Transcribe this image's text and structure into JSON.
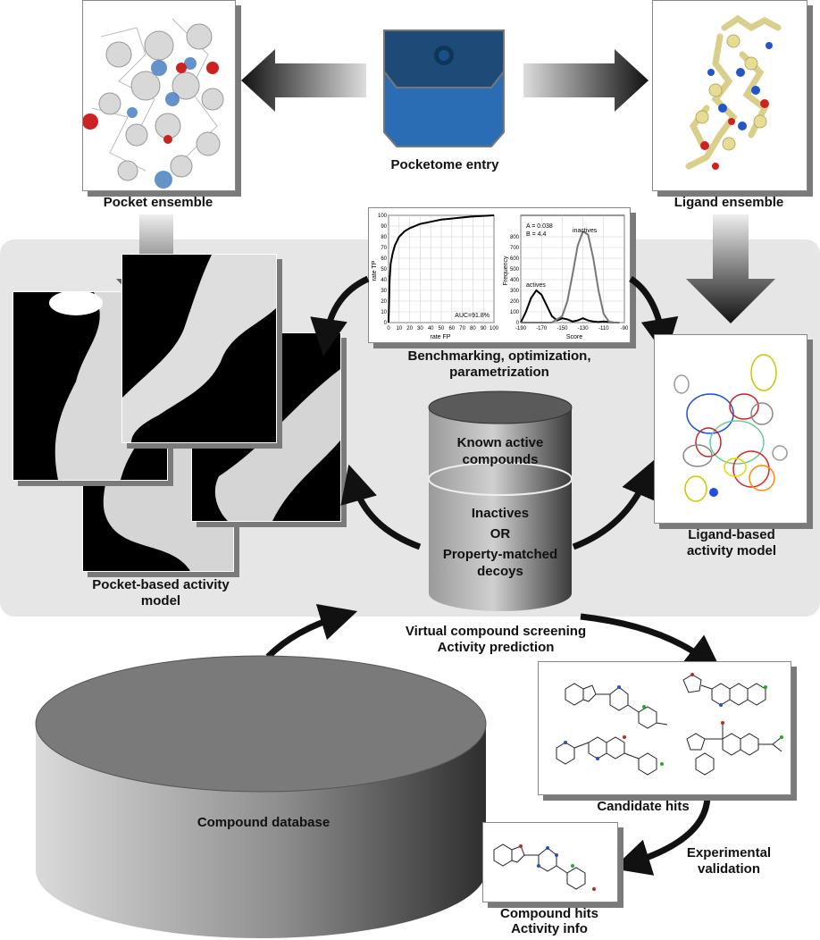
{
  "labels": {
    "pocket_ensemble": "Pocket ensemble",
    "pocketome_entry": "Pocketome entry",
    "ligand_ensemble": "Ligand ensemble",
    "benchmarking": "Benchmarking, optimization, parametrization",
    "pocket_model": "Pocket-based activity model",
    "ligand_model": "Ligand-based activity model",
    "known_active": "Known active compounds",
    "inactives": "Inactives",
    "or": "OR",
    "decoys": "Property-matched decoys",
    "virtual_screening": "Virtual compound screening",
    "activity_prediction": "Activity prediction",
    "compound_database": "Compound database",
    "candidate_hits": "Candidate hits",
    "experimental_validation": "Experimental validation",
    "compound_hits": "Compound hits",
    "activity_info": "Activity info"
  },
  "roc_chart": {
    "ylabel": "rate TP",
    "xlabel": "rate FP",
    "annotation": "AUC=91.8%",
    "x_ticks": [
      "0",
      "10",
      "20",
      "30",
      "40",
      "50",
      "60",
      "70",
      "80",
      "90",
      "100"
    ],
    "y_ticks": [
      "0",
      "10",
      "20",
      "30",
      "40",
      "50",
      "60",
      "70",
      "80",
      "90",
      "100"
    ]
  },
  "hist_chart": {
    "ylabel": "Frequency",
    "xlabel": "Score",
    "param_a": "A = 0.038",
    "param_b": "B = 4.4",
    "actives_label": "actives",
    "inactives_label": "inactives",
    "x_ticks": [
      "-190",
      "-170",
      "-150",
      "-130",
      "-110",
      "-90"
    ],
    "y_ticks": [
      "0",
      "100",
      "200",
      "300",
      "400",
      "500",
      "600",
      "700",
      "800"
    ]
  },
  "chart_data": [
    {
      "type": "line",
      "xlabel": "rate FP",
      "ylabel": "rate TP",
      "xlim": [
        0,
        100
      ],
      "ylim": [
        0,
        100
      ],
      "annotation": "AUC=91.8%",
      "series": [
        {
          "x": [
            0,
            1,
            2,
            4,
            6,
            10,
            15,
            20,
            30,
            40,
            50,
            60,
            70,
            80,
            90,
            100
          ],
          "y": [
            0,
            40,
            55,
            65,
            72,
            80,
            85,
            88,
            92,
            94,
            96,
            97,
            98,
            99,
            99.5,
            100
          ]
        }
      ]
    },
    {
      "type": "line",
      "xlabel": "Score",
      "ylabel": "Frequency",
      "xlim": [
        -190,
        -90
      ],
      "ylim": [
        0,
        1000
      ],
      "annotations": [
        "A = 0.038",
        "B = 4.4"
      ],
      "series": [
        {
          "name": "actives",
          "x": [
            -190,
            -185,
            -180,
            -175,
            -170,
            -165,
            -160,
            -155,
            -150,
            -145,
            -140,
            -135,
            -130,
            -125,
            -120,
            -115,
            -110,
            -105,
            -100,
            -95
          ],
          "y": [
            0,
            100,
            230,
            300,
            260,
            160,
            60,
            20,
            40,
            30,
            10,
            20,
            40,
            20,
            10,
            5,
            10,
            5,
            0,
            0
          ]
        },
        {
          "name": "inactives",
          "x": [
            -190,
            -180,
            -170,
            -160,
            -150,
            -145,
            -140,
            -135,
            -130,
            -125,
            -120,
            -115,
            -110,
            -105,
            -100,
            -95
          ],
          "y": [
            0,
            0,
            0,
            0,
            60,
            200,
            450,
            720,
            850,
            820,
            600,
            300,
            80,
            10,
            0,
            0
          ]
        }
      ]
    }
  ],
  "colors": {
    "panel_gray": "#e6e6e6",
    "pocket_blue": "#4a7fc1",
    "pocket_dark": "#1e4a78",
    "arrow_dark": "#111111"
  }
}
